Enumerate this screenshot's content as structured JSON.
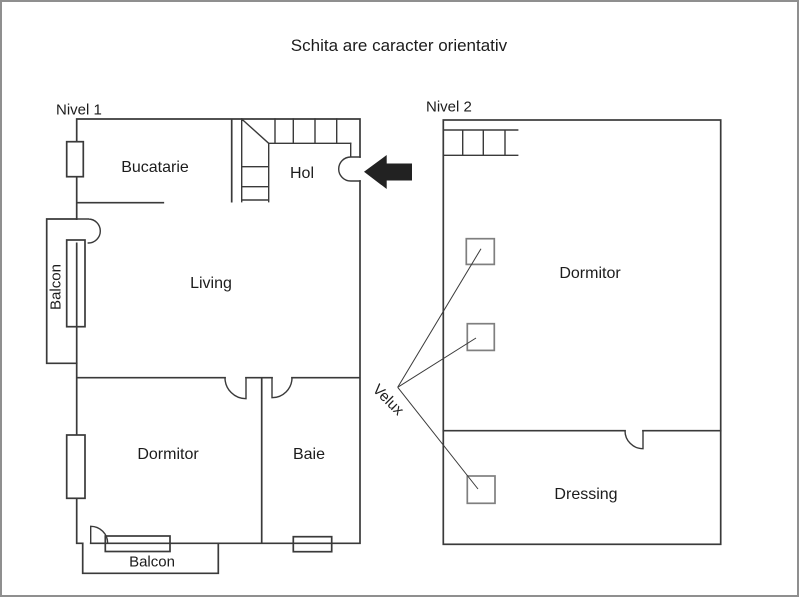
{
  "title": "Schita are caracter orientativ",
  "levels": {
    "level1": {
      "label": "Nivel 1",
      "rooms": {
        "kitchen": "Bucatarie",
        "hall": "Hol",
        "living": "Living",
        "bedroom": "Dormitor",
        "bathroom": "Baie",
        "balcony_left": "Balcon",
        "balcony_bottom": "Balcon"
      }
    },
    "level2": {
      "label": "Nivel 2",
      "rooms": {
        "bedroom": "Dormitor",
        "dressing": "Dressing"
      },
      "skylight_label": "Velux"
    }
  },
  "colors": {
    "wall": "#3a3a3a",
    "frame_border": "#8f8f8f",
    "text": "#1c1c1c",
    "skylight_stroke": "#7f7f7f",
    "arrow": "#222222",
    "background": "#ffffff"
  }
}
